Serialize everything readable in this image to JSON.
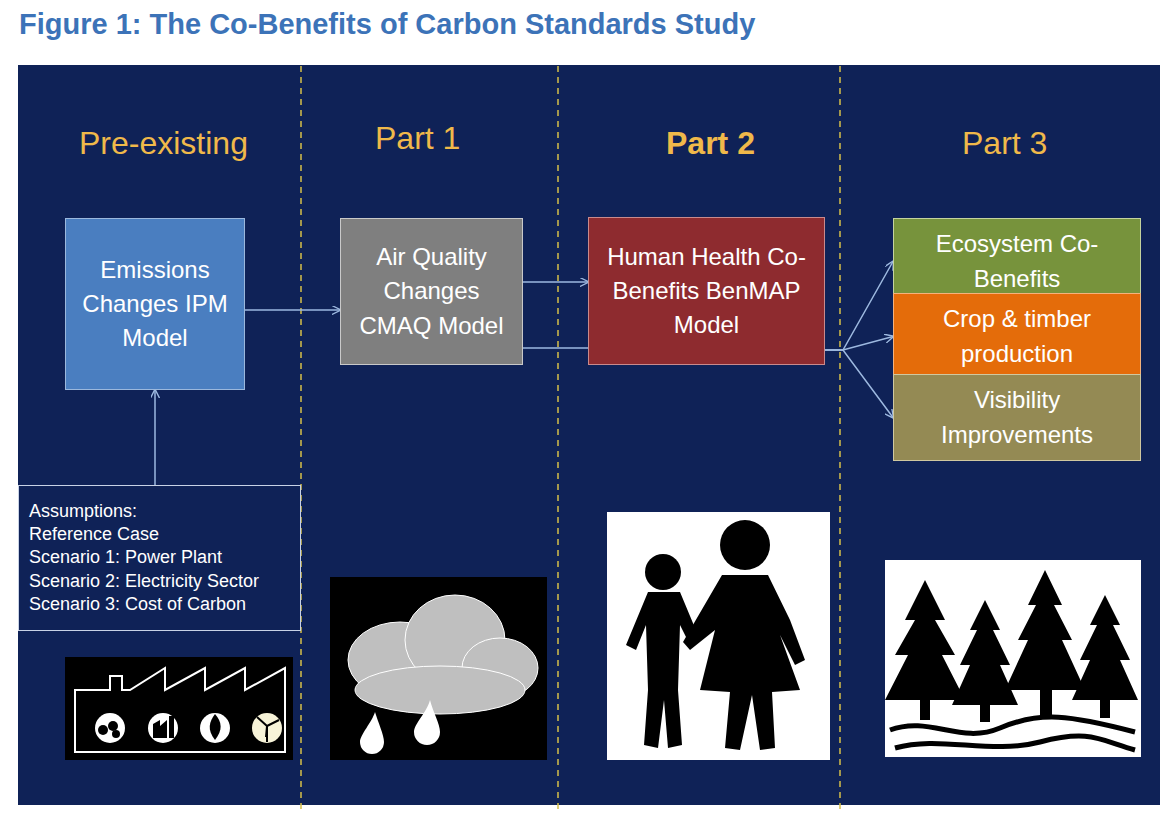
{
  "diagram": {
    "title": "Figure 1: The Co-Benefits of Carbon Standards Study",
    "nodes": [
      {
        "text": [
          "Emissions Changes IPM Model"
        ]
      },
      {
        "text": [
          "Assumptions:",
          "Reference Case",
          "Scenario 1: Power Plant",
          "Scenario 2: Electricity Sector",
          "Scenario 3: Cost of Carbon"
        ]
      },
      {
        "text": [
          "Air Quality Changes CMAQ Model"
        ]
      },
      {
        "text": [
          "Human Health Co-Benefits BenMAP Model"
        ]
      },
      {
        "text": [
          "Ecosystem Co-Benefits"
        ]
      },
      {
        "text": [
          "Crop & timber production"
        ]
      },
      {
        "text": [
          "Visibility Improvements"
        ]
      }
    ],
    "edges": [
      {
        "from": 1,
        "to": 0,
        "arrow": "to"
      },
      {
        "from": 0,
        "to": 2,
        "arrow": "to"
      },
      {
        "from": 2,
        "to": 3,
        "arrow": "to"
      },
      {
        "from": 2,
        "to": 3,
        "arrow": "none"
      },
      {
        "from": 3,
        "to": 4,
        "arrow": "to"
      },
      {
        "from": 3,
        "to": 5,
        "arrow": "to"
      },
      {
        "from": 3,
        "to": 6,
        "arrow": "to"
      }
    ],
    "labels": [
      "Pre-existing",
      "Part 1",
      "Part 2",
      "Part 3"
    ]
  }
}
